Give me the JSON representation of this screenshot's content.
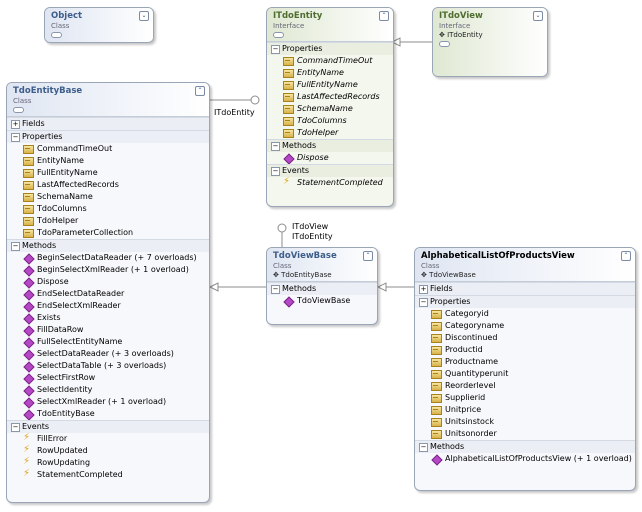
{
  "object": {
    "title": "Object",
    "kind": "Class"
  },
  "itdoentity": {
    "title": "ITdoEntity",
    "kind": "Interface",
    "sections": [
      {
        "label": "Properties",
        "type": "prop",
        "items": [
          "CommandTimeOut",
          "EntityName",
          "FullEntityName",
          "LastAffectedRecords",
          "SchemaName",
          "TdoColumns",
          "TdoHelper"
        ]
      },
      {
        "label": "Methods",
        "type": "meth",
        "items": [
          "Dispose"
        ]
      },
      {
        "label": "Events",
        "type": "evt",
        "items": [
          "StatementCompleted"
        ]
      }
    ]
  },
  "itdoview": {
    "title": "ITdoView",
    "kind": "Interface",
    "inherits": "ITdoEntity"
  },
  "tdoentitybase": {
    "title": "TdoEntityBase",
    "kind": "Class",
    "sections": [
      {
        "label": "Fields",
        "collapsed": true,
        "items": []
      },
      {
        "label": "Properties",
        "type": "prop",
        "items": [
          "CommandTimeOut",
          "EntityName",
          "FullEntityName",
          "LastAffectedRecords",
          "SchemaName",
          "TdoColumns",
          "TdoHelper",
          "TdoParameterCollection"
        ]
      },
      {
        "label": "Methods",
        "type": "meth",
        "items": [
          "BeginSelectDataReader (+ 7 overloads)",
          "BeginSelectXmlReader (+ 1 overload)",
          "Dispose",
          "EndSelectDataReader",
          "EndSelectXmlReader",
          "Exists",
          "FillDataRow",
          "FullSelectEntityName",
          "SelectDataReader (+ 3 overloads)",
          "SelectDataTable (+ 3 overloads)",
          "SelectFirstRow",
          "SelectIdentity",
          "SelectXmlReader (+ 1 overload)",
          "TdoEntityBase"
        ]
      },
      {
        "label": "Events",
        "type": "evt",
        "items": [
          "FillError",
          "RowUpdated",
          "RowUpdating",
          "StatementCompleted"
        ]
      }
    ]
  },
  "tdoviewbase": {
    "title": "TdoViewBase",
    "kind": "Class",
    "inherits": "TdoEntityBase",
    "sections": [
      {
        "label": "Methods",
        "type": "meth",
        "items": [
          "TdoViewBase"
        ]
      }
    ]
  },
  "alpha": {
    "title": "AlphabeticalListOfProductsView",
    "kind": "Class",
    "inherits": "TdoViewBase",
    "sections": [
      {
        "label": "Fields",
        "collapsed": true,
        "items": []
      },
      {
        "label": "Properties",
        "type": "prop",
        "items": [
          "Categoryid",
          "Categoryname",
          "Discontinued",
          "Productid",
          "Productname",
          "Quantityperunit",
          "Reorderlevel",
          "Supplierid",
          "Unitprice",
          "Unitsinstock",
          "Unitsonorder"
        ]
      },
      {
        "label": "Methods",
        "type": "meth",
        "items": [
          "AlphabeticalListOfProductsView (+ 1 overload)"
        ]
      }
    ]
  },
  "lollipops": {
    "tdoentitybase_iface": "ITdoEntity",
    "tdoviewbase_iface1": "ITdoView",
    "tdoviewbase_iface2": "ITdoEntity"
  },
  "colors": {
    "border": "#9aa6b8",
    "class_title": "#3d5d8a",
    "interface_title": "#4e6d2e",
    "method_icon": "#b548c4"
  }
}
